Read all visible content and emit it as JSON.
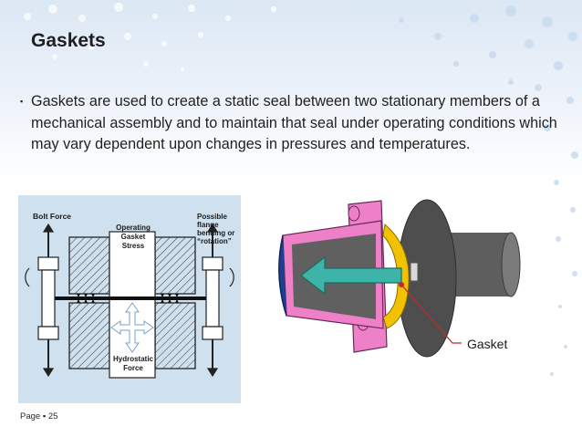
{
  "slide": {
    "title": "Gaskets",
    "bullet": "Gaskets are used to create a static seal between two stationary members of a mechanical assembly and to maintain that seal under operating conditions which may vary dependent upon changes in pressures and temperatures.",
    "bullet_marker": "▪"
  },
  "left_figure": {
    "bolt_force_label": "Bolt Force",
    "operating_label_1": "Operating",
    "operating_label_2": "Gasket",
    "operating_label_3": "Stress",
    "flange_label_1": "Possible",
    "flange_label_2": "flange",
    "flange_label_3": "bending or",
    "flange_label_4": "“rotation”",
    "hydro_label_1": "Hydrostatic",
    "hydro_label_2": "Force"
  },
  "right_figure": {
    "gasket_label": "Gasket"
  },
  "footer": {
    "page_label": "Page",
    "separator": "▪",
    "page_number": "25"
  },
  "colors": {
    "flange_pink": "#ee80c8",
    "gasket_yellow": "#f2c200",
    "arrow_teal": "#3cb5a8",
    "pipe_gray": "#6b6b6b",
    "leader_red": "#c0282d",
    "left_fig_bg": "#cfe0ef"
  }
}
